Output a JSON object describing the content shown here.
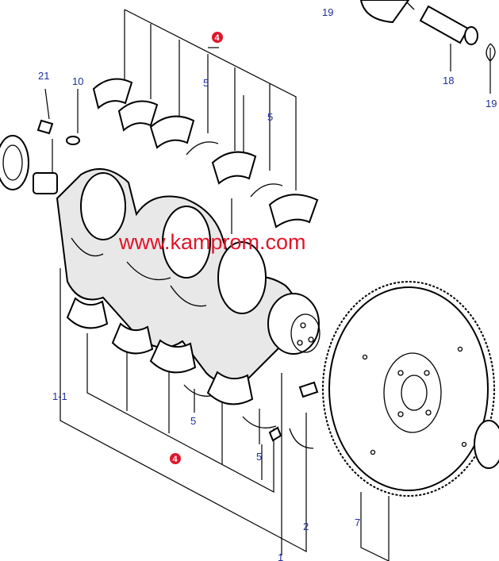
{
  "diagram": {
    "callouts": {
      "c19a": "19",
      "c19b": "19",
      "c18": "18",
      "c21": "21",
      "c10": "10",
      "c4a": "4",
      "c5a": "5",
      "c5b": "5",
      "c11": "1-1",
      "c5c": "5",
      "c5d": "5",
      "c4b": "4",
      "c2": "2",
      "c7": "7",
      "c1": "1"
    },
    "watermark": "www.kamprom.com",
    "colors": {
      "callout": "#1f2f9e",
      "badge": "#e0152a",
      "watermark": "#e0152a"
    }
  }
}
